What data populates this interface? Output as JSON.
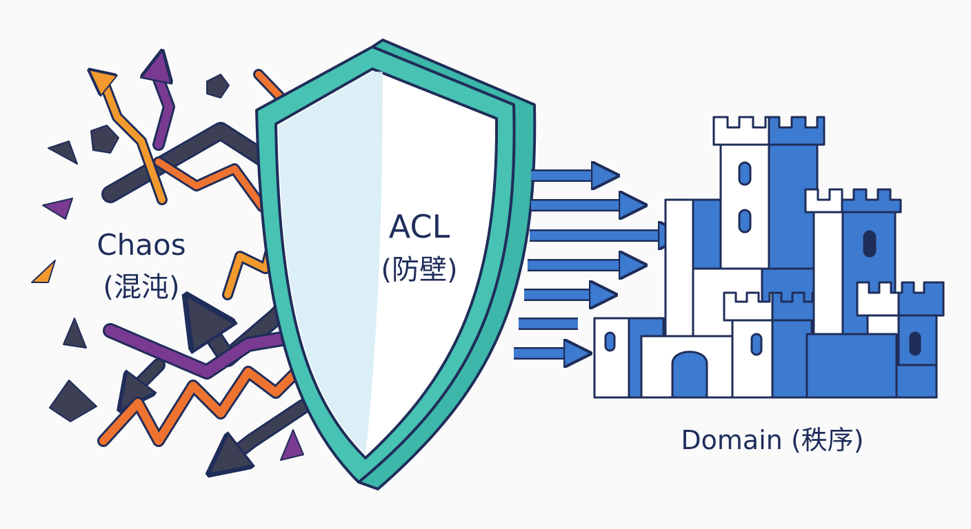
{
  "labels": {
    "chaos_line1": "Chaos",
    "chaos_line2": "(混沌)",
    "acl_line1": "ACL",
    "acl_line2": "(防壁)",
    "domain": "Domain (秩序)"
  },
  "colors": {
    "background": "#fafafa",
    "outline": "#1f2d5a",
    "chaos_orange": "#ef7330",
    "chaos_amber": "#f29a2e",
    "chaos_purple": "#7a3a92",
    "chaos_dark": "#3d3f55",
    "shield_teal": "#3cb7a9",
    "shield_fill": "#d6ecf6",
    "domain_blue": "#3d7bd0",
    "domain_light": "#ffffff"
  },
  "icons": [
    "chaos-arrow-icon",
    "shard-icon",
    "shield-icon",
    "flow-arrow-icon",
    "castle-icon"
  ]
}
